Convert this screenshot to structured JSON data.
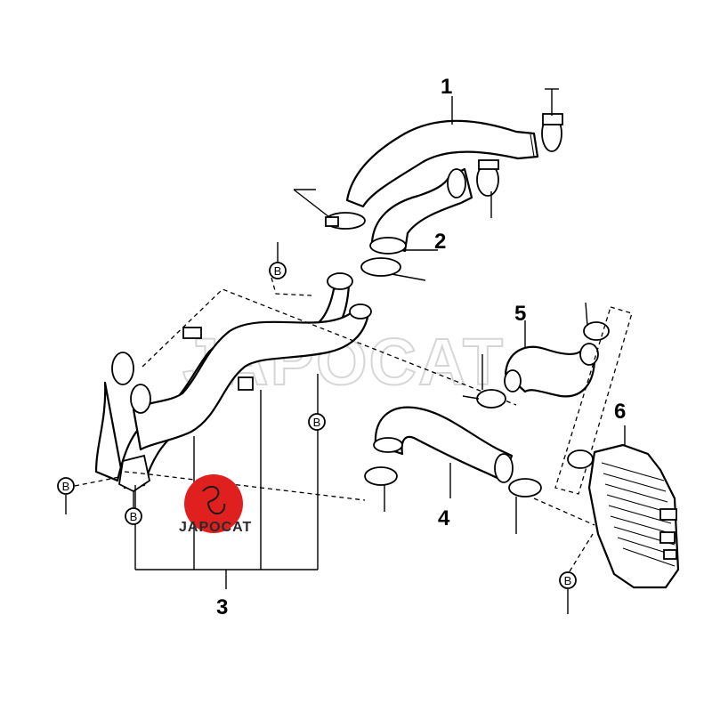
{
  "diagram": {
    "part_numbers": [
      "1",
      "2",
      "3",
      "4",
      "5",
      "6"
    ],
    "reference_label": "B",
    "watermark_text": "JAPOCAT",
    "logo": {
      "text": "JAPOCAT",
      "badge_color": "#e0201e"
    },
    "colors": {
      "line": "#000000",
      "background": "#ffffff",
      "watermark": "#d6d6d6"
    }
  }
}
